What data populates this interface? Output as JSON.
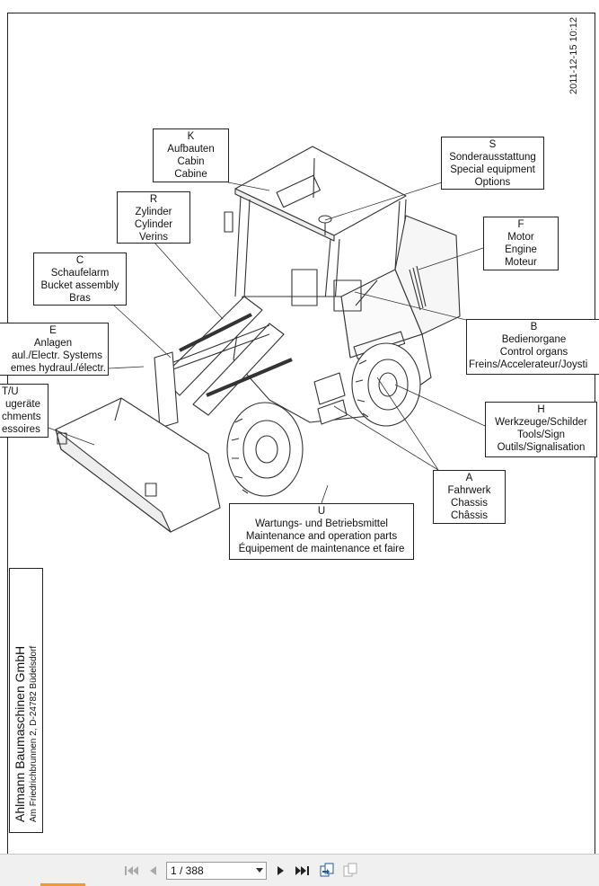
{
  "document": {
    "timestamp": "2011-12-15 10:12",
    "company_name": "Ahlmann Baumaschinen GmbH",
    "company_address": "Am Friedrichbrunnen 2,  D-24782 Büdelsdorf"
  },
  "labels": {
    "K": {
      "code": "K",
      "l1": "Aufbauten",
      "l2": "Cabin",
      "l3": "Cabine"
    },
    "S": {
      "code": "S",
      "l1": "Sonderausstattung",
      "l2": "Special equipment",
      "l3": "Options"
    },
    "R": {
      "code": "R",
      "l1": "Zylinder",
      "l2": "Cylinder",
      "l3": "Verins"
    },
    "F": {
      "code": "F",
      "l1": "Motor",
      "l2": "Engine",
      "l3": "Moteur"
    },
    "C": {
      "code": "C",
      "l1": "Schaufelarm",
      "l2": "Bucket assembly",
      "l3": "Bras"
    },
    "B": {
      "code": "B",
      "l1": "Bedienorgane",
      "l2": "Control organs",
      "l3": "Freins/Accelerateur/Joysti"
    },
    "E": {
      "code": "E",
      "l1": "Anlagen",
      "l2": "aul./Electr. Systems",
      "l3": "emes hydraul./électr."
    },
    "TU": {
      "code": "T/U",
      "l1": "ugeräte",
      "l2": "chments",
      "l3": "essoires"
    },
    "H": {
      "code": "H",
      "l1": "Werkzeuge/Schilder",
      "l2": "Tools/Sign",
      "l3": "Outils/Signalisation"
    },
    "A": {
      "code": "A",
      "l1": "Fahrwerk",
      "l2": "Chassis",
      "l3": "Châssis"
    },
    "U": {
      "code": "U",
      "l1": "Wartungs- und Betriebsmittel",
      "l2": "Maintenance and operation parts",
      "l3": "Équipement de maintenance et faire"
    }
  },
  "toolbar": {
    "page_display": "1 / 388",
    "icons": [
      "first-page-icon",
      "previous-page-icon",
      "next-page-icon",
      "last-page-icon",
      "single-page-view-icon",
      "continuous-view-icon"
    ]
  },
  "colors": {
    "ink": "#222222",
    "toolbar_bg": "#f0f0f0",
    "accent": "#f39a2b"
  }
}
